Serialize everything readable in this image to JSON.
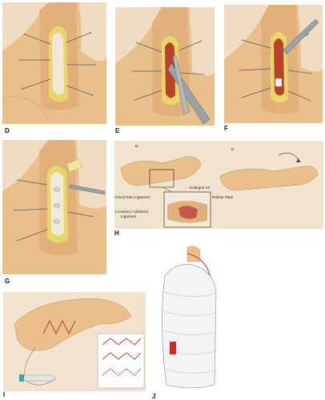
{
  "panels": {
    "D": {
      "label": "D"
    },
    "E": {
      "label": "E"
    },
    "F": {
      "label": "F"
    },
    "G": {
      "label": "G"
    },
    "H": {
      "label": "H",
      "sub_left": "D.",
      "sub_right": "E.",
      "enlarged": "Enlarged 2X",
      "check_rein": "Check Rein Ligament",
      "palmar_plate": "Palmar Plate",
      "accessory_1": "Accessory Collateral",
      "accessory_2": "Ligament"
    },
    "I": {
      "label": "I"
    },
    "J": {
      "label": "J"
    }
  },
  "colors": {
    "skin": "#e9bf8c",
    "skin_dark": "#cf9a63",
    "wound_fat": "#e8d66a",
    "wound_red": "#b8432a",
    "bandage": "#f4f4f2",
    "suture_teal": "#3aa5a5"
  }
}
